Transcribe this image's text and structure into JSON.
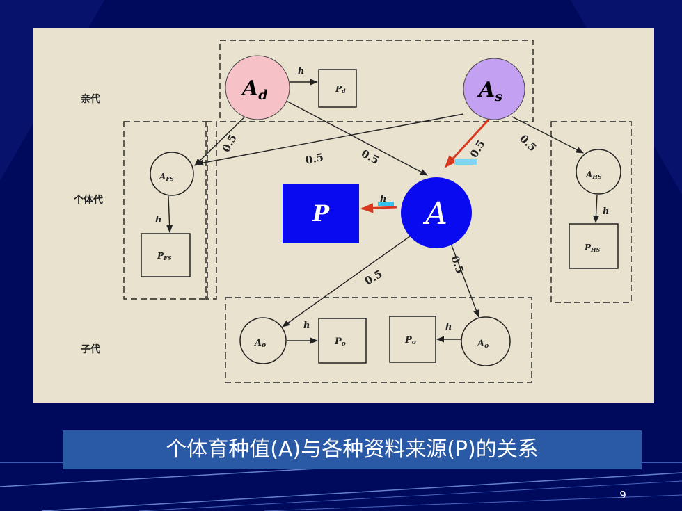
{
  "colors": {
    "background": "#000a5c",
    "figure": "#e8e2cf",
    "caption_bg": "#2a5aa6",
    "pink": "#f7c1c8",
    "violet": "#c3a0f2",
    "blue": "#0a0af0",
    "arrow_red": "#d8381e",
    "cyan": "#5fd3f0"
  },
  "diagram": {
    "gen_labels": {
      "parent": "亲代",
      "individual": "个体代",
      "offspring": "子代"
    },
    "Ad": {
      "main": "A",
      "sub": "d"
    },
    "As": {
      "main": "A",
      "sub": "s"
    },
    "Pd": {
      "main": "P",
      "sub": "d"
    },
    "AFS": {
      "main": "A",
      "sub": "FS"
    },
    "PFS": {
      "main": "P",
      "sub": "FS"
    },
    "AHS": {
      "main": "A",
      "sub": "HS"
    },
    "PHS": {
      "main": "P",
      "sub": "HS"
    },
    "A": "A",
    "P": "P",
    "Ao": {
      "main": "A",
      "sub": "o"
    },
    "Po": {
      "main": "P",
      "sub": "o"
    },
    "h": "h",
    "half": "0.5"
  },
  "caption": "个体育种值(A)与各种资料来源(P)的关系",
  "page_number": "9"
}
